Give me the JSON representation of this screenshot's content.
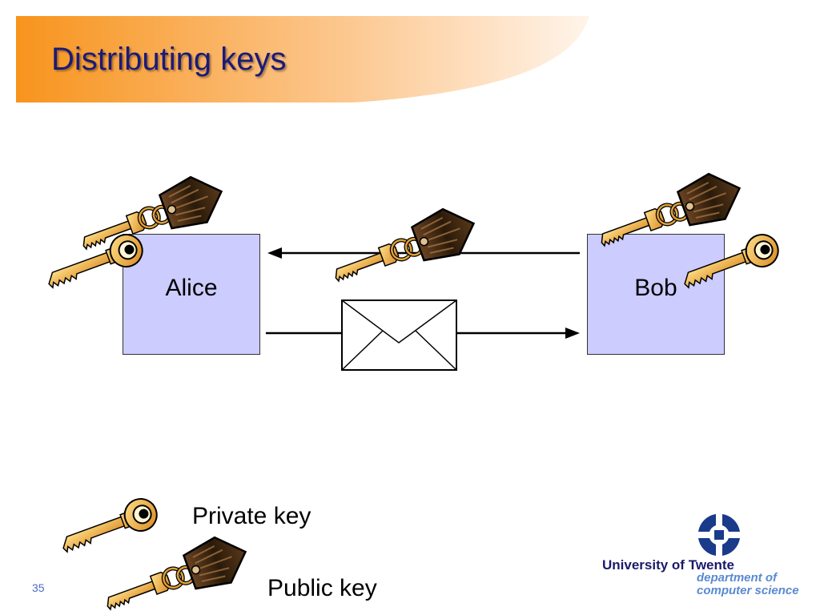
{
  "slide": {
    "title": "Distributing keys",
    "number": "35"
  },
  "diagram": {
    "alice_label": "Alice",
    "bob_label": "Bob",
    "top_arrow": "public key sent from Bob to Alice",
    "bottom_arrow": "encrypted message sent from Alice to Bob"
  },
  "legend": {
    "private_key_label": "Private key",
    "public_key_label": "Public key"
  },
  "logo": {
    "university": "University of Twente",
    "department_line1": "department of",
    "department_line2": "computer science"
  },
  "colors": {
    "title_gradient_start": "#f7941d",
    "title_gradient_end": "#ffffff",
    "title_text": "#1a1a7a",
    "person_box_fill": "#ccccff",
    "key_gold": "#f5b84a",
    "tag_brown": "#3a2410",
    "logo_blue": "#1a3a8a"
  },
  "icons": [
    "private-key-icon",
    "public-key-icon",
    "envelope-icon",
    "arrow-icon",
    "university-logo-icon"
  ]
}
